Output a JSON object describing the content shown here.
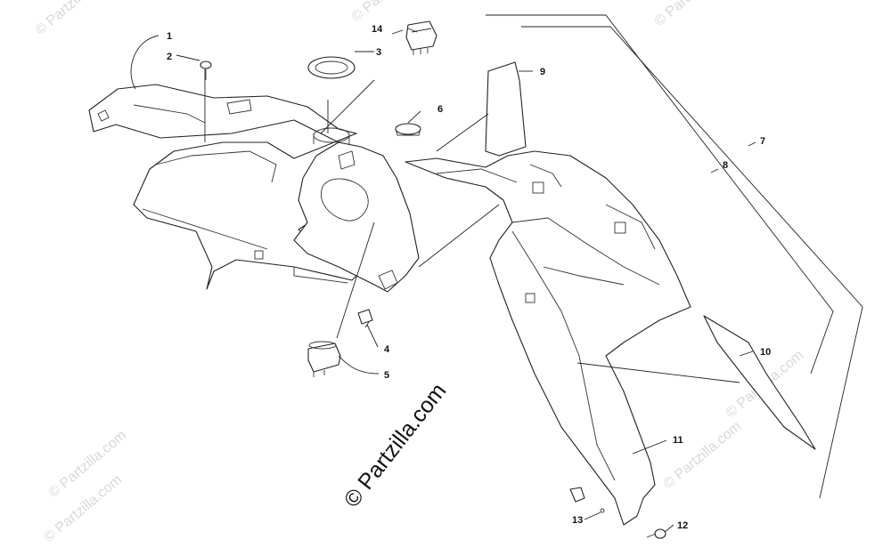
{
  "diagram": {
    "watermark_main": "© Partzilla.com",
    "watermarks": [
      "© Partzilla.com",
      "© Partzilla.com",
      "© Partzilla.com",
      "© Partzilla.com",
      "© Partzilla.com",
      "© Partzilla.com",
      "© Partzilla.com"
    ],
    "callouts": [
      {
        "number": "1"
      },
      {
        "number": "2"
      },
      {
        "number": "3"
      },
      {
        "number": "4"
      },
      {
        "number": "5"
      },
      {
        "number": "6"
      },
      {
        "number": "7"
      },
      {
        "number": "8"
      },
      {
        "number": "9"
      },
      {
        "number": "10"
      },
      {
        "number": "11"
      },
      {
        "number": "12"
      },
      {
        "number": "13"
      },
      {
        "number": "14"
      }
    ]
  }
}
